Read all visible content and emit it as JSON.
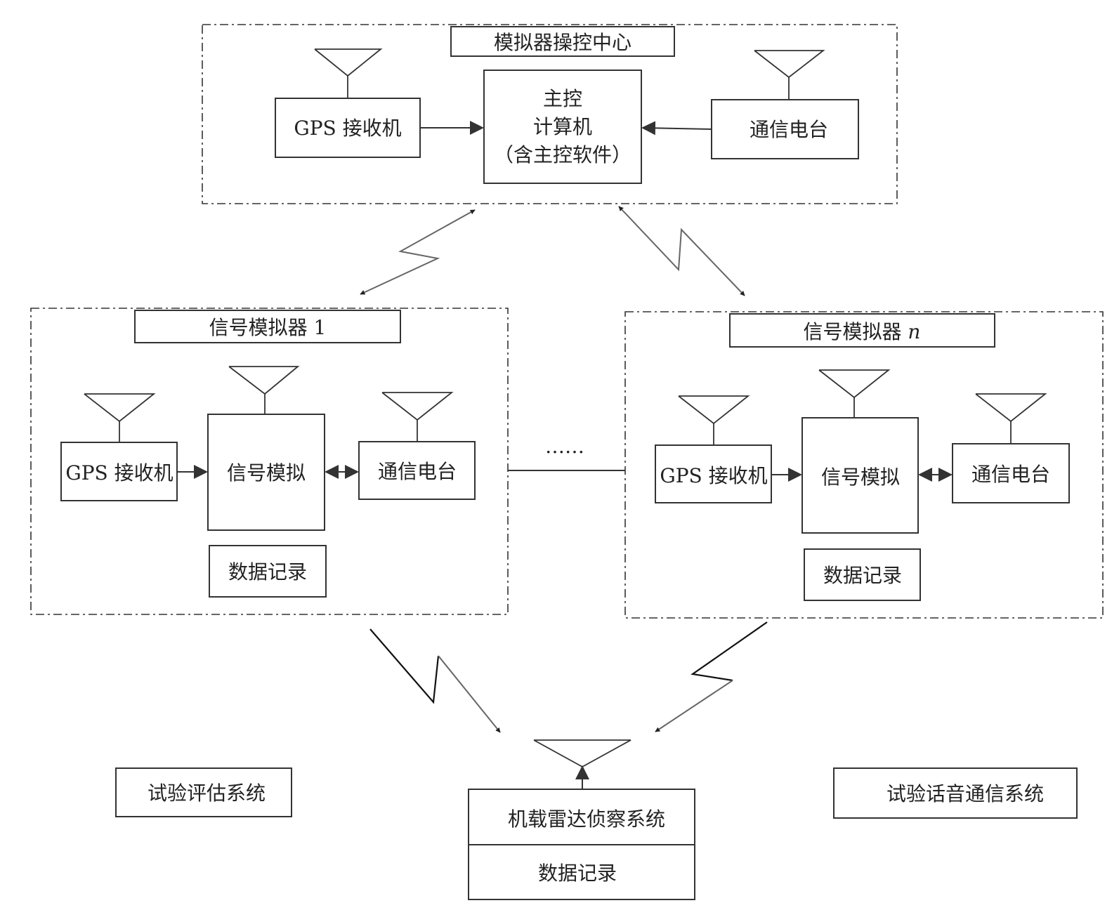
{
  "control_center": {
    "title": "模拟器操控中心",
    "gps": "GPS 接收机",
    "main_computer": [
      "主控",
      "计算机",
      "（含主控软件）"
    ],
    "radio": "通信电台"
  },
  "simulator_1": {
    "title_text": "信号模拟器 ",
    "title_index": "1",
    "gps": "GPS 接收机",
    "signal": "信号模拟",
    "radio": "通信电台",
    "record": "数据记录"
  },
  "simulator_n": {
    "title_text": "信号模拟器 ",
    "title_index": "n",
    "gps": "GPS 接收机",
    "signal": "信号模拟",
    "radio": "通信电台",
    "record": "数据记录"
  },
  "ellipsis": "……",
  "airborne": {
    "system": "机载雷达侦察系统",
    "record": "数据记录"
  },
  "evaluation": "试验评估系统",
  "voice": "试验话音通信系统"
}
